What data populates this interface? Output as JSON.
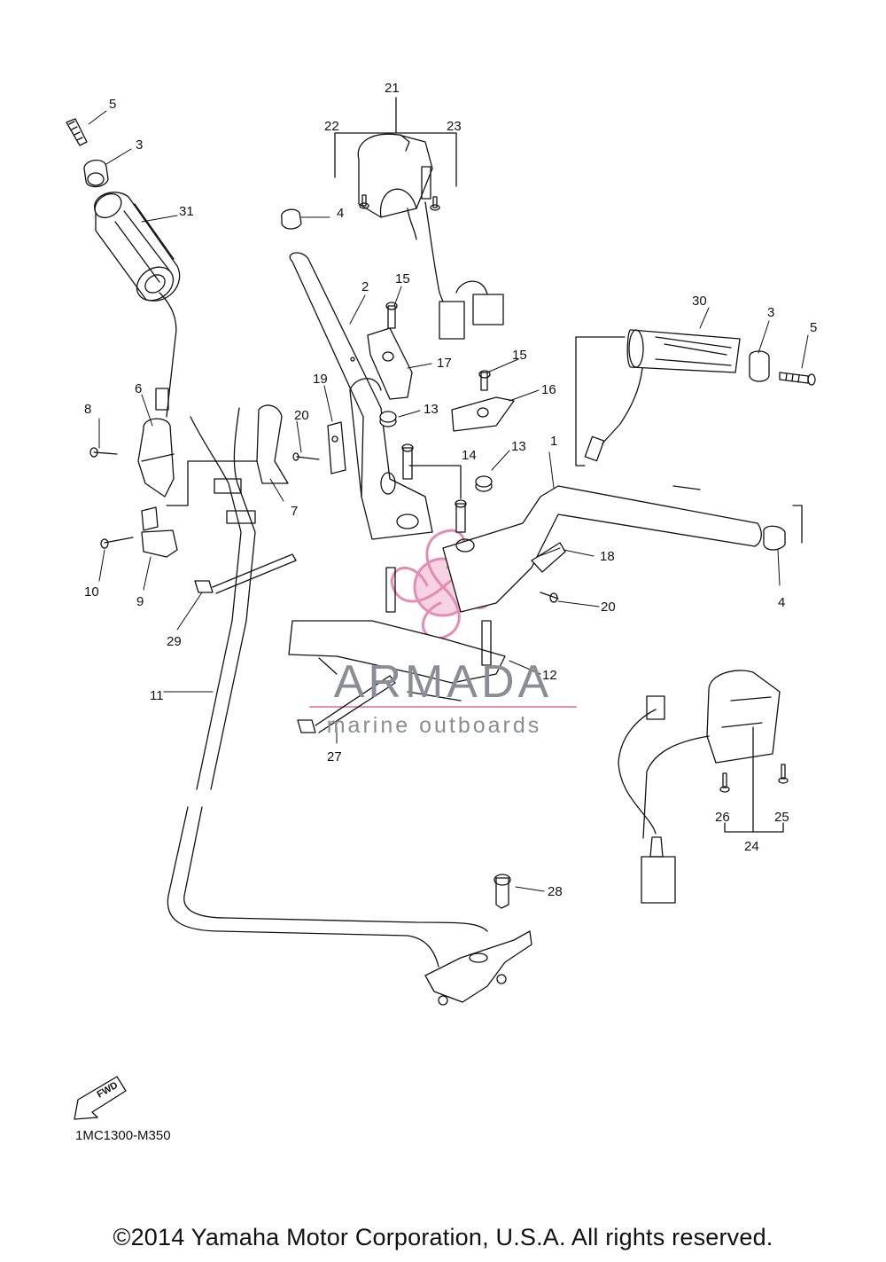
{
  "part_labels": [
    "1",
    "2",
    "3",
    "3",
    "4",
    "4",
    "5",
    "5",
    "6",
    "7",
    "8",
    "9",
    "10",
    "11",
    "12",
    "13",
    "13",
    "14",
    "15",
    "15",
    "16",
    "17",
    "18",
    "19",
    "20",
    "20",
    "21",
    "22",
    "23",
    "24",
    "25",
    "26",
    "27",
    "28",
    "29",
    "30",
    "31"
  ],
  "watermark": {
    "name": "ARMADA",
    "subtitle": "marine outboards",
    "accent_color": "#e58bb4",
    "text_color": "#8a8d96"
  },
  "fwd_badge": "FWD",
  "diagram_code": "1MC1300-M350",
  "copyright": "©2014 Yamaha Motor Corporation, U.S.A. All rights reserved."
}
